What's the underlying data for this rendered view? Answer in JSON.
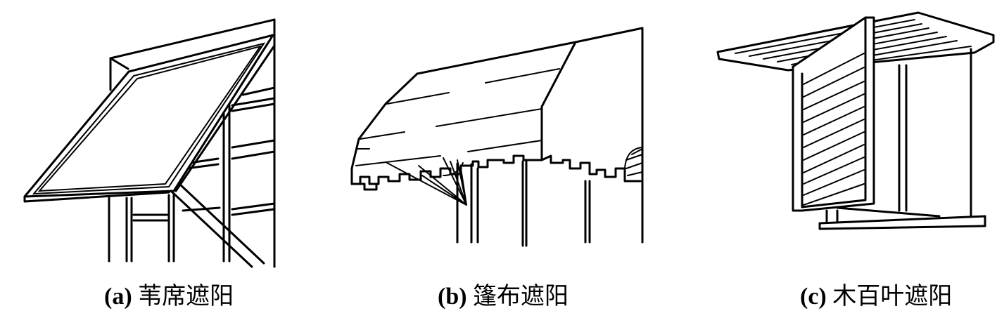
{
  "figure": {
    "panels": [
      {
        "id": "a",
        "label": "(a)",
        "title": "苇席遮阳",
        "subject": "reed-mat-sunshade"
      },
      {
        "id": "b",
        "label": "(b)",
        "title": "篷布遮阳",
        "subject": "canvas-awning-sunshade"
      },
      {
        "id": "c",
        "label": "(c)",
        "title": "木百叶遮阳",
        "subject": "wooden-louver-sunshade"
      }
    ],
    "colors": {
      "line": "#000000",
      "background": "#ffffff"
    }
  }
}
